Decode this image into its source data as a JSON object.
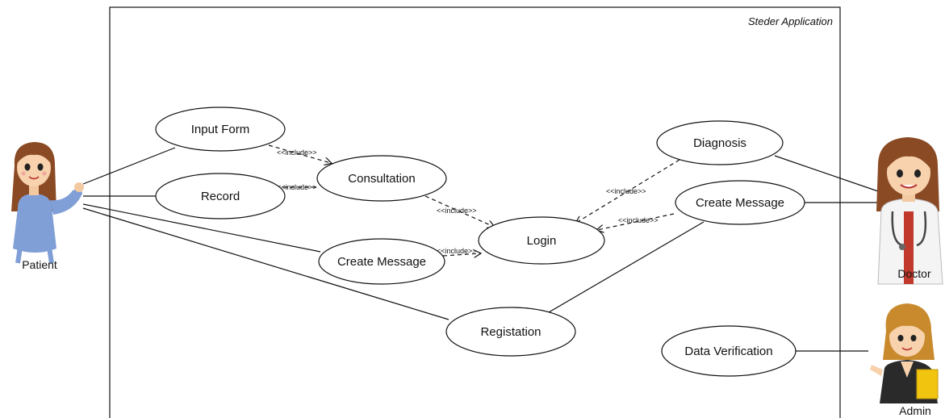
{
  "system": {
    "title": "Steder Application"
  },
  "actors": {
    "patient": "Patient",
    "doctor": "Doctor",
    "admin": "Admin"
  },
  "use_cases": {
    "input_form": "Input Form",
    "record": "Record",
    "consultation": "Consultation",
    "create_message_patient": "Create Message",
    "login": "Login",
    "registation": "Registation",
    "diagnosis": "Diagnosis",
    "create_message_doctor": "Create Message",
    "data_verification": "Data Verification"
  },
  "relations": {
    "include_label": "<<include>>"
  }
}
